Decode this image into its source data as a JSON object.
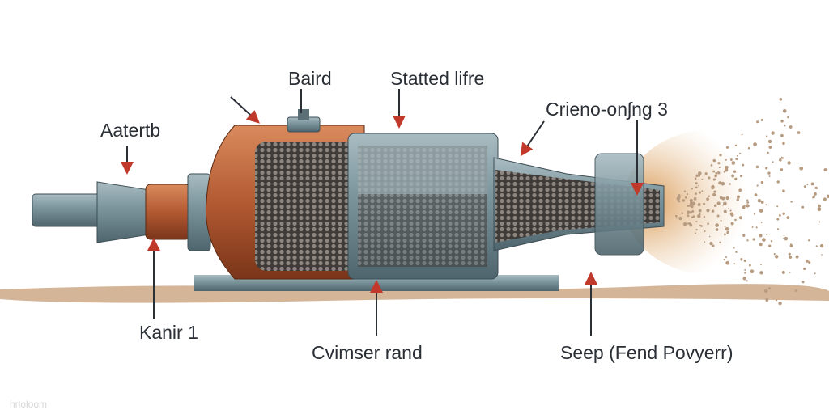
{
  "labels": {
    "baird": "Baird",
    "statted_life": "Statted lifre",
    "aatertb": "Aatertb",
    "crieno": "Crieno-onʃng 3",
    "kanir": "Kanir 1",
    "cvimser": "Cvimser rand",
    "seep": "Seep (Fend Povyerr)"
  },
  "watermark": "hrloloom",
  "colors": {
    "steel": "#6f8a93",
    "copper": "#b35a32",
    "arrow": "#c0392b",
    "ground": "#c9a27e"
  }
}
